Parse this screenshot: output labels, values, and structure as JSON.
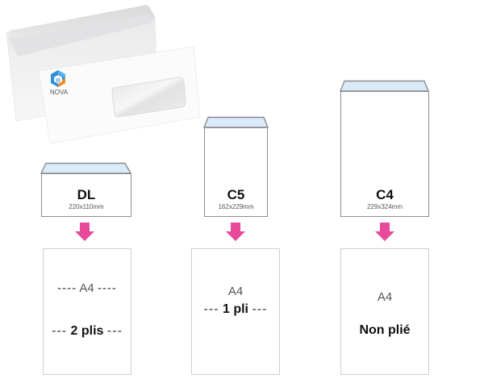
{
  "photo": {
    "logo_text": "NOVA",
    "logo_icon": "nova-cube-logo-icon"
  },
  "colors": {
    "arrow": "#e8499a",
    "flap": "#dbeaf8",
    "envelope_outline": "#8a8d91",
    "page_outline": "#cfcfcf"
  },
  "formats": [
    {
      "name": "DL",
      "size": "220x110mm",
      "paper": "A4",
      "fold_label": "2 plis",
      "dashes_left": "---",
      "dashes_right": "---",
      "top_dashes_left": "----",
      "top_dashes_right": "----"
    },
    {
      "name": "C5",
      "size": "162x229mm",
      "paper": "A4",
      "fold_label": "1 pli",
      "dashes_left": "---",
      "dashes_right": "---"
    },
    {
      "name": "C4",
      "size": "229x324mm",
      "paper": "A4",
      "fold_label": "Non plié"
    }
  ]
}
